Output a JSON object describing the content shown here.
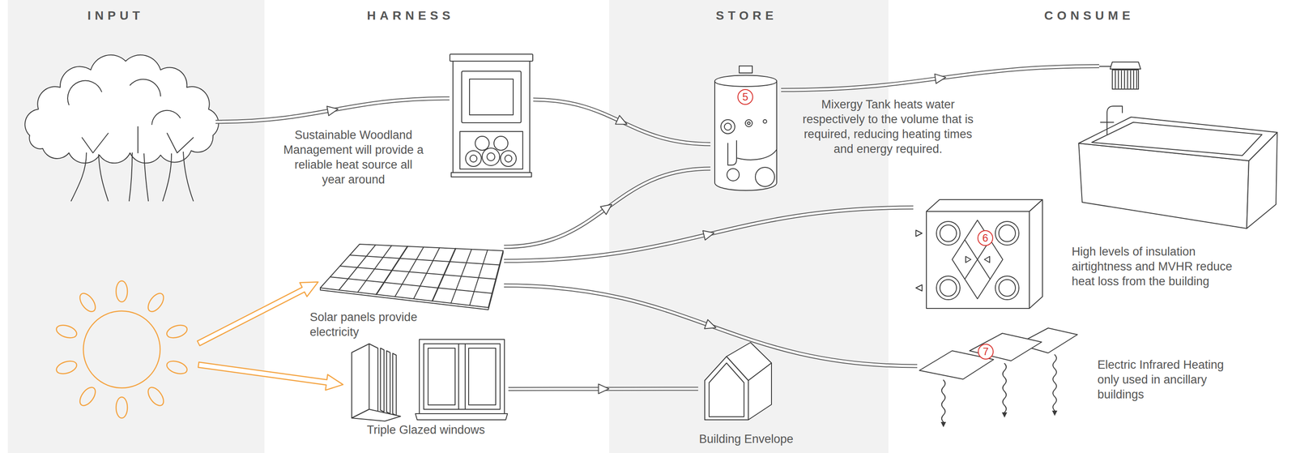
{
  "diagram": {
    "nodes": [
      {
        "text": []
      },
      {
        "text": []
      },
      {
        "text": [
          "5"
        ]
      },
      {
        "text": []
      },
      {
        "text": []
      },
      {
        "text": [
          "Solar panels provide electricity"
        ]
      },
      {
        "text": [
          "6",
          "High levels of insulation airtightness and MVHR reduce heat loss from the building"
        ]
      },
      {
        "text": [
          "Triple Glazed windows"
        ]
      },
      {
        "text": [
          "Building Envelope"
        ]
      },
      {
        "text": [
          "7",
          "Electric Infrared Heating only used in ancillary buildings"
        ]
      }
    ],
    "edges": [
      {
        "from": 0,
        "to": 1,
        "arrow": "to",
        "label": "Sustainable Woodland Management will provide a reliable heat source all year around"
      },
      {
        "from": 1,
        "to": 2,
        "arrow": "to"
      },
      {
        "from": 2,
        "to": 3,
        "arrow": "to",
        "label": "Mixergy Tank heats water respectively to the volume that is required, reducing heating times and energy required."
      },
      {
        "from": 5,
        "to": 2,
        "arrow": "to"
      },
      {
        "from": 5,
        "to": 6,
        "arrow": "to"
      },
      {
        "from": 5,
        "to": 9,
        "arrow": "to"
      },
      {
        "from": 4,
        "to": 5,
        "arrow": "to"
      },
      {
        "from": 4,
        "to": 7,
        "arrow": "to"
      },
      {
        "from": 7,
        "to": 8,
        "arrow": "to"
      }
    ],
    "labels": [
      "INPUT",
      "HARNESS",
      "STORE",
      "CONSUME"
    ]
  }
}
